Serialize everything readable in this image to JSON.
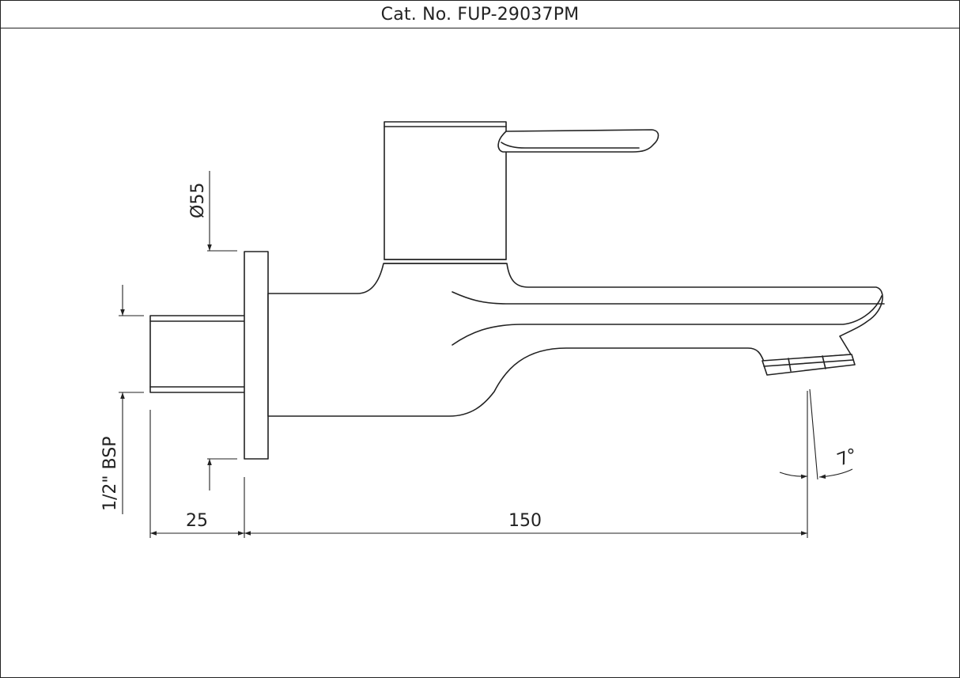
{
  "title": "Cat. No. FUP-29037PM",
  "dimensions": {
    "flange_diameter": "Ø55",
    "thread_size": "1/2\" BSP",
    "thread_length": "25",
    "spout_reach": "150",
    "spout_angle": "7°"
  }
}
